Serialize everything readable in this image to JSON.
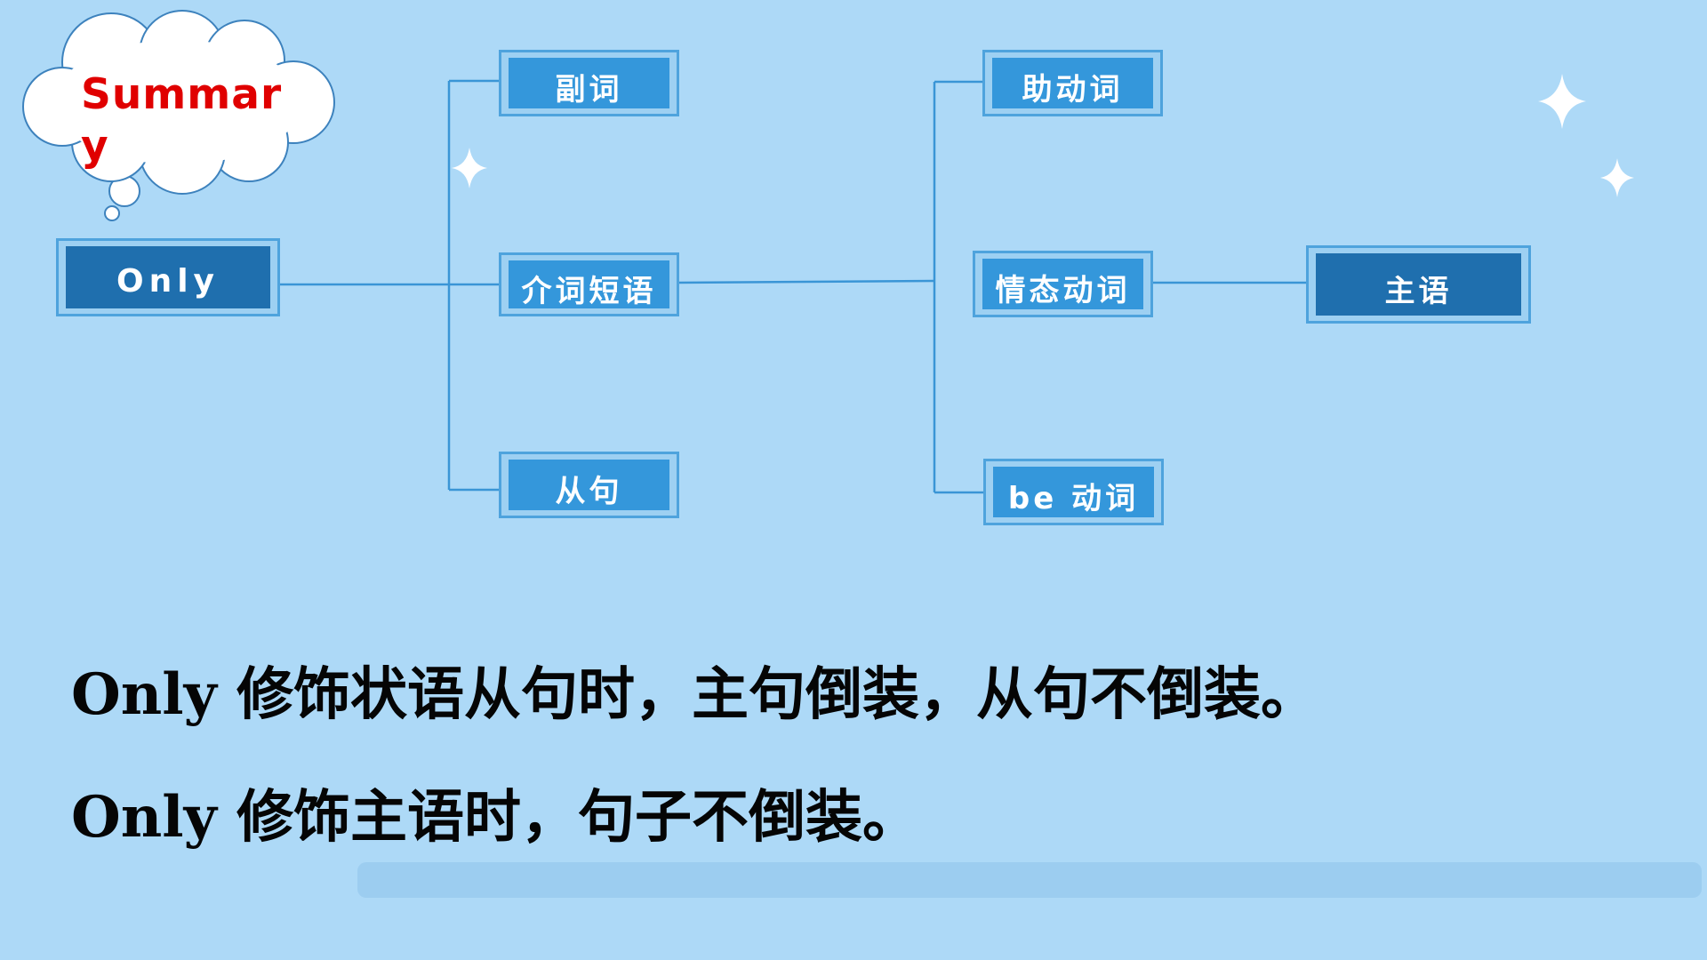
{
  "summary_label": "Summary",
  "nodes": {
    "root": "Only",
    "adverb": "副词",
    "prep_phrase": "介词短语",
    "clause": "从句",
    "aux_verb": "助动词",
    "modal_verb": "情态动词",
    "be_verb": "be 动词",
    "subject": "主语"
  },
  "sentences": [
    "Only  修饰状语从句时，主句倒装，从句不倒装。",
    "Only 修饰主语时，句子不倒装。"
  ],
  "colors": {
    "background": "#add9f7",
    "node_fill": "#3497db",
    "node_dark_fill": "#1f6fae",
    "node_border": "#4ea3dd",
    "summary_text": "#e00000"
  }
}
